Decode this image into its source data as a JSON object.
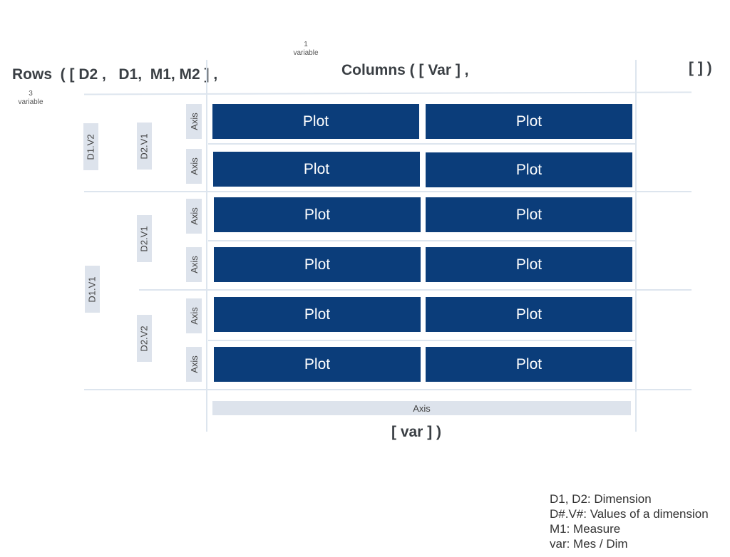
{
  "header": {
    "rows_label": "Rows  ( [ D2 ,   D1,  M1, M2 ] ,",
    "rows_count_num": "3",
    "rows_count_word": "variable",
    "columns_label": "Columns ( [ Var ] ,",
    "columns_count_num": "1",
    "columns_count_word": "variable",
    "extra_label": "[ ] )"
  },
  "footer": {
    "var_label": "[ var ] )",
    "axis_label": "Axis"
  },
  "dims": {
    "d1v2": "D1.V2",
    "d1v1": "D1.V1",
    "d2v1_top": "D2.V1",
    "d2v1_mid": "D2.V1",
    "d2v2": "D2.V2"
  },
  "axis_label": "Axis",
  "plot_label": "Plot",
  "colors": {
    "plot": "#0b3d7a",
    "label_bg": "#dde3ec",
    "grid_line": "#dde5ee"
  },
  "legend": [
    "D1, D2: Dimension",
    "D#.V#: Values of a dimension",
    "M1: Measure",
    "var: Mes / Dim"
  ]
}
